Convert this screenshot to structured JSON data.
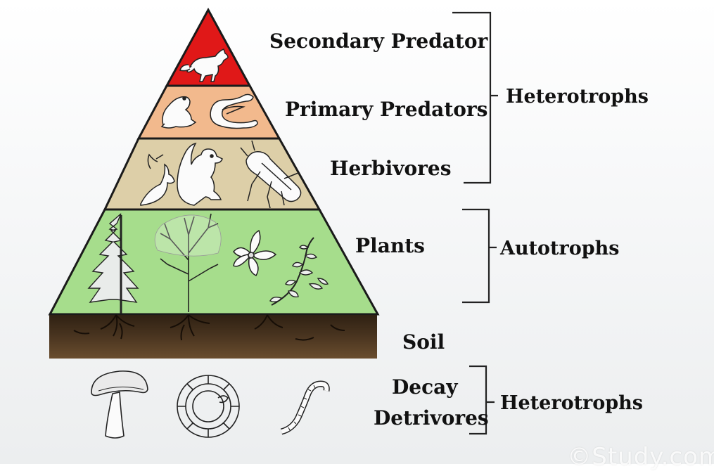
{
  "levels": {
    "secondary_predator": "Secondary Predator",
    "primary_predators": "Primary Predators",
    "herbivores": "Herbivores",
    "plants": "Plants",
    "soil": "Soil",
    "decay": "Decay",
    "detrivores": "Detrivores"
  },
  "groups": {
    "heterotrophs_top": "Heterotrophs",
    "autotrophs": "Autotrophs",
    "heterotrophs_bottom": "Heterotrophs"
  },
  "colors": {
    "tier_secondary": "#e01818",
    "tier_primary": "#f2b98d",
    "tier_herbivores": "#ddcfa8",
    "tier_plants": "#a6dd8c",
    "soil": "#4a3520"
  },
  "icons": [
    "fox-icon",
    "frog-icon",
    "snake-icon",
    "bird-icon",
    "squirrel-icon",
    "beetle-icon",
    "pine-tree-icon",
    "bare-tree-icon",
    "flower-icon",
    "fern-icon",
    "mushroom-icon",
    "millipede-icon",
    "worm-icon"
  ],
  "watermark": "©Study.com"
}
